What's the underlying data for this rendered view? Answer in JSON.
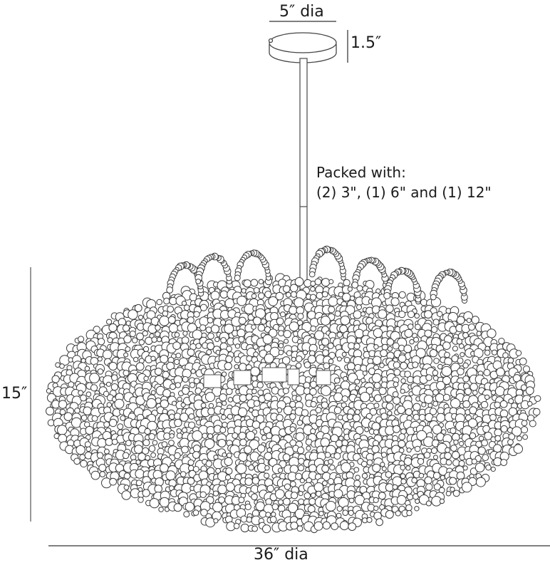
{
  "diagram": {
    "subject": "pendant chandelier line drawing",
    "dimensions": {
      "canopy_diameter": "5″ dia",
      "canopy_height": "1.5″",
      "fixture_height": "15″",
      "fixture_diameter": "36″ dia"
    },
    "packed_with": {
      "heading": "Packed with:",
      "rods": "(2) 3\", (1) 6\" and (1) 12\""
    },
    "colors": {
      "line": "#333333",
      "dimension_line": "#555555",
      "background": "#ffffff"
    }
  }
}
